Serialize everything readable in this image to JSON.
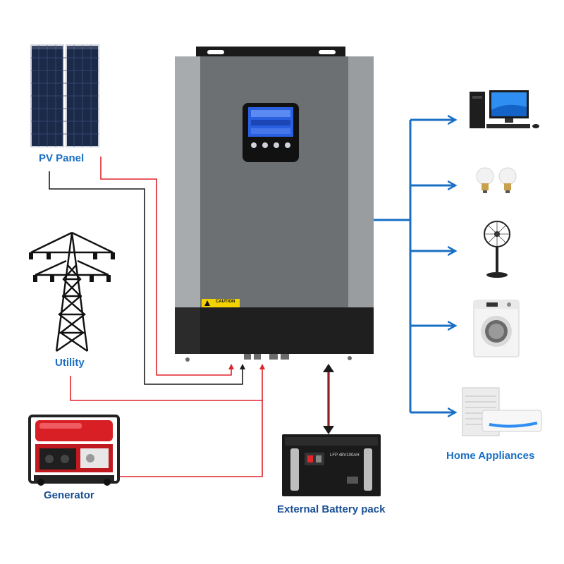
{
  "labels": {
    "pv_panel": "PV Panel",
    "utility": "Utility",
    "generator": "Generator",
    "battery": "External Battery pack",
    "appliances": "Home Appliances"
  },
  "inverter": {
    "caution": "CAUTION"
  },
  "battery_unit": {
    "model": "LFP 48V100AH"
  },
  "colors": {
    "wire_red": "#e0252b",
    "wire_black": "#1a1a1a",
    "arrow_blue": "#1a6fc4",
    "inverter_body": "#6d7073",
    "inverter_base": "#1f1f1f",
    "label_blue": "#1a6fc4",
    "label_dark": "#1a4f93"
  },
  "icons": [
    "solar-panel-icon",
    "power-tower-icon",
    "generator-icon",
    "inverter-icon",
    "battery-icon",
    "computer-icon",
    "light-bulb-icon",
    "fan-icon",
    "washing-machine-icon",
    "air-conditioner-icon"
  ]
}
